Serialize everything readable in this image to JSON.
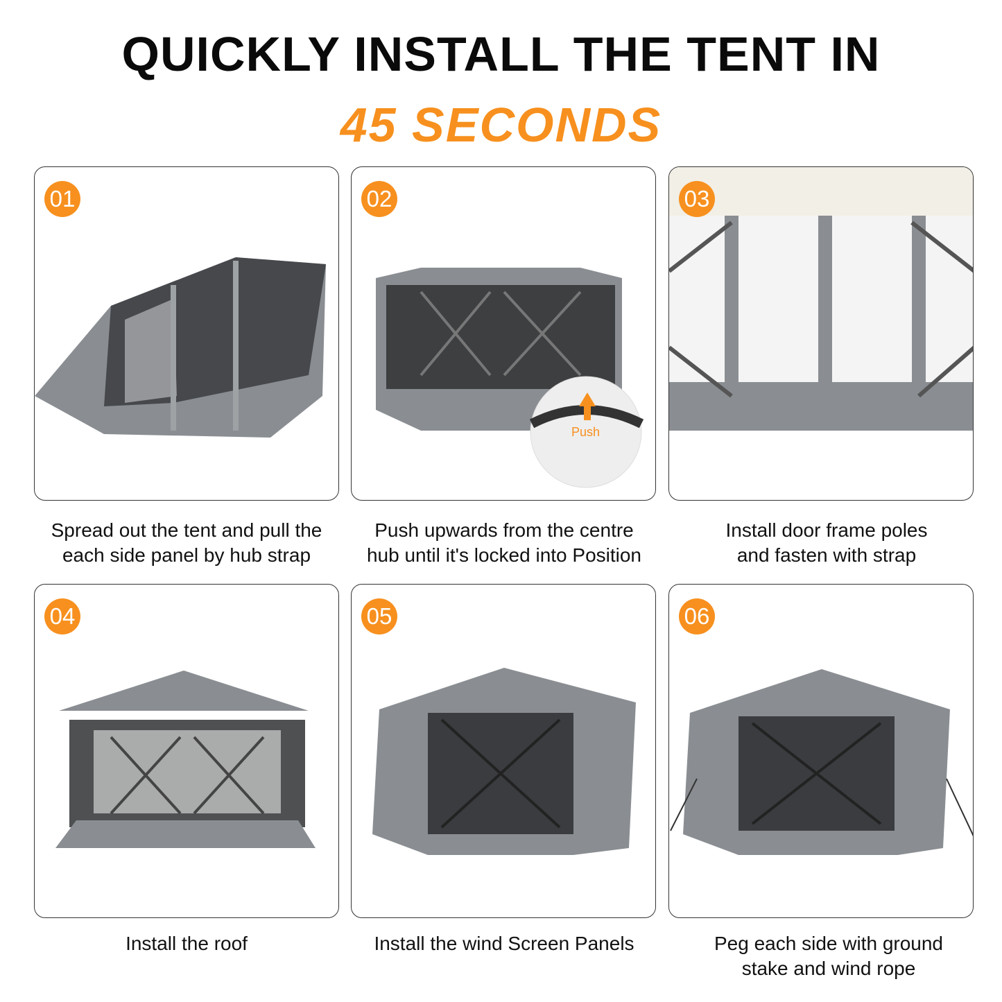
{
  "header": {
    "line1": "QUICKLY INSTALL THE TENT IN",
    "line2": "45 SECONDS"
  },
  "accent_color": "#f7901e",
  "steps": [
    {
      "number": "01",
      "caption_l1": "Spread out the tent and pull the",
      "caption_l2": "each side panel by hub strap"
    },
    {
      "number": "02",
      "caption_l1": "Push upwards from the centre",
      "caption_l2": "hub until it's locked into Position",
      "inset_label": "Push"
    },
    {
      "number": "03",
      "caption_l1": "Install door frame poles",
      "caption_l2": "and fasten with strap"
    },
    {
      "number": "04",
      "caption_l1": "Install the roof",
      "caption_l2": ""
    },
    {
      "number": "05",
      "caption_l1": "Install the wind Screen Panels",
      "caption_l2": ""
    },
    {
      "number": "06",
      "caption_l1": "Peg each side with ground",
      "caption_l2": "stake and wind rope"
    }
  ]
}
